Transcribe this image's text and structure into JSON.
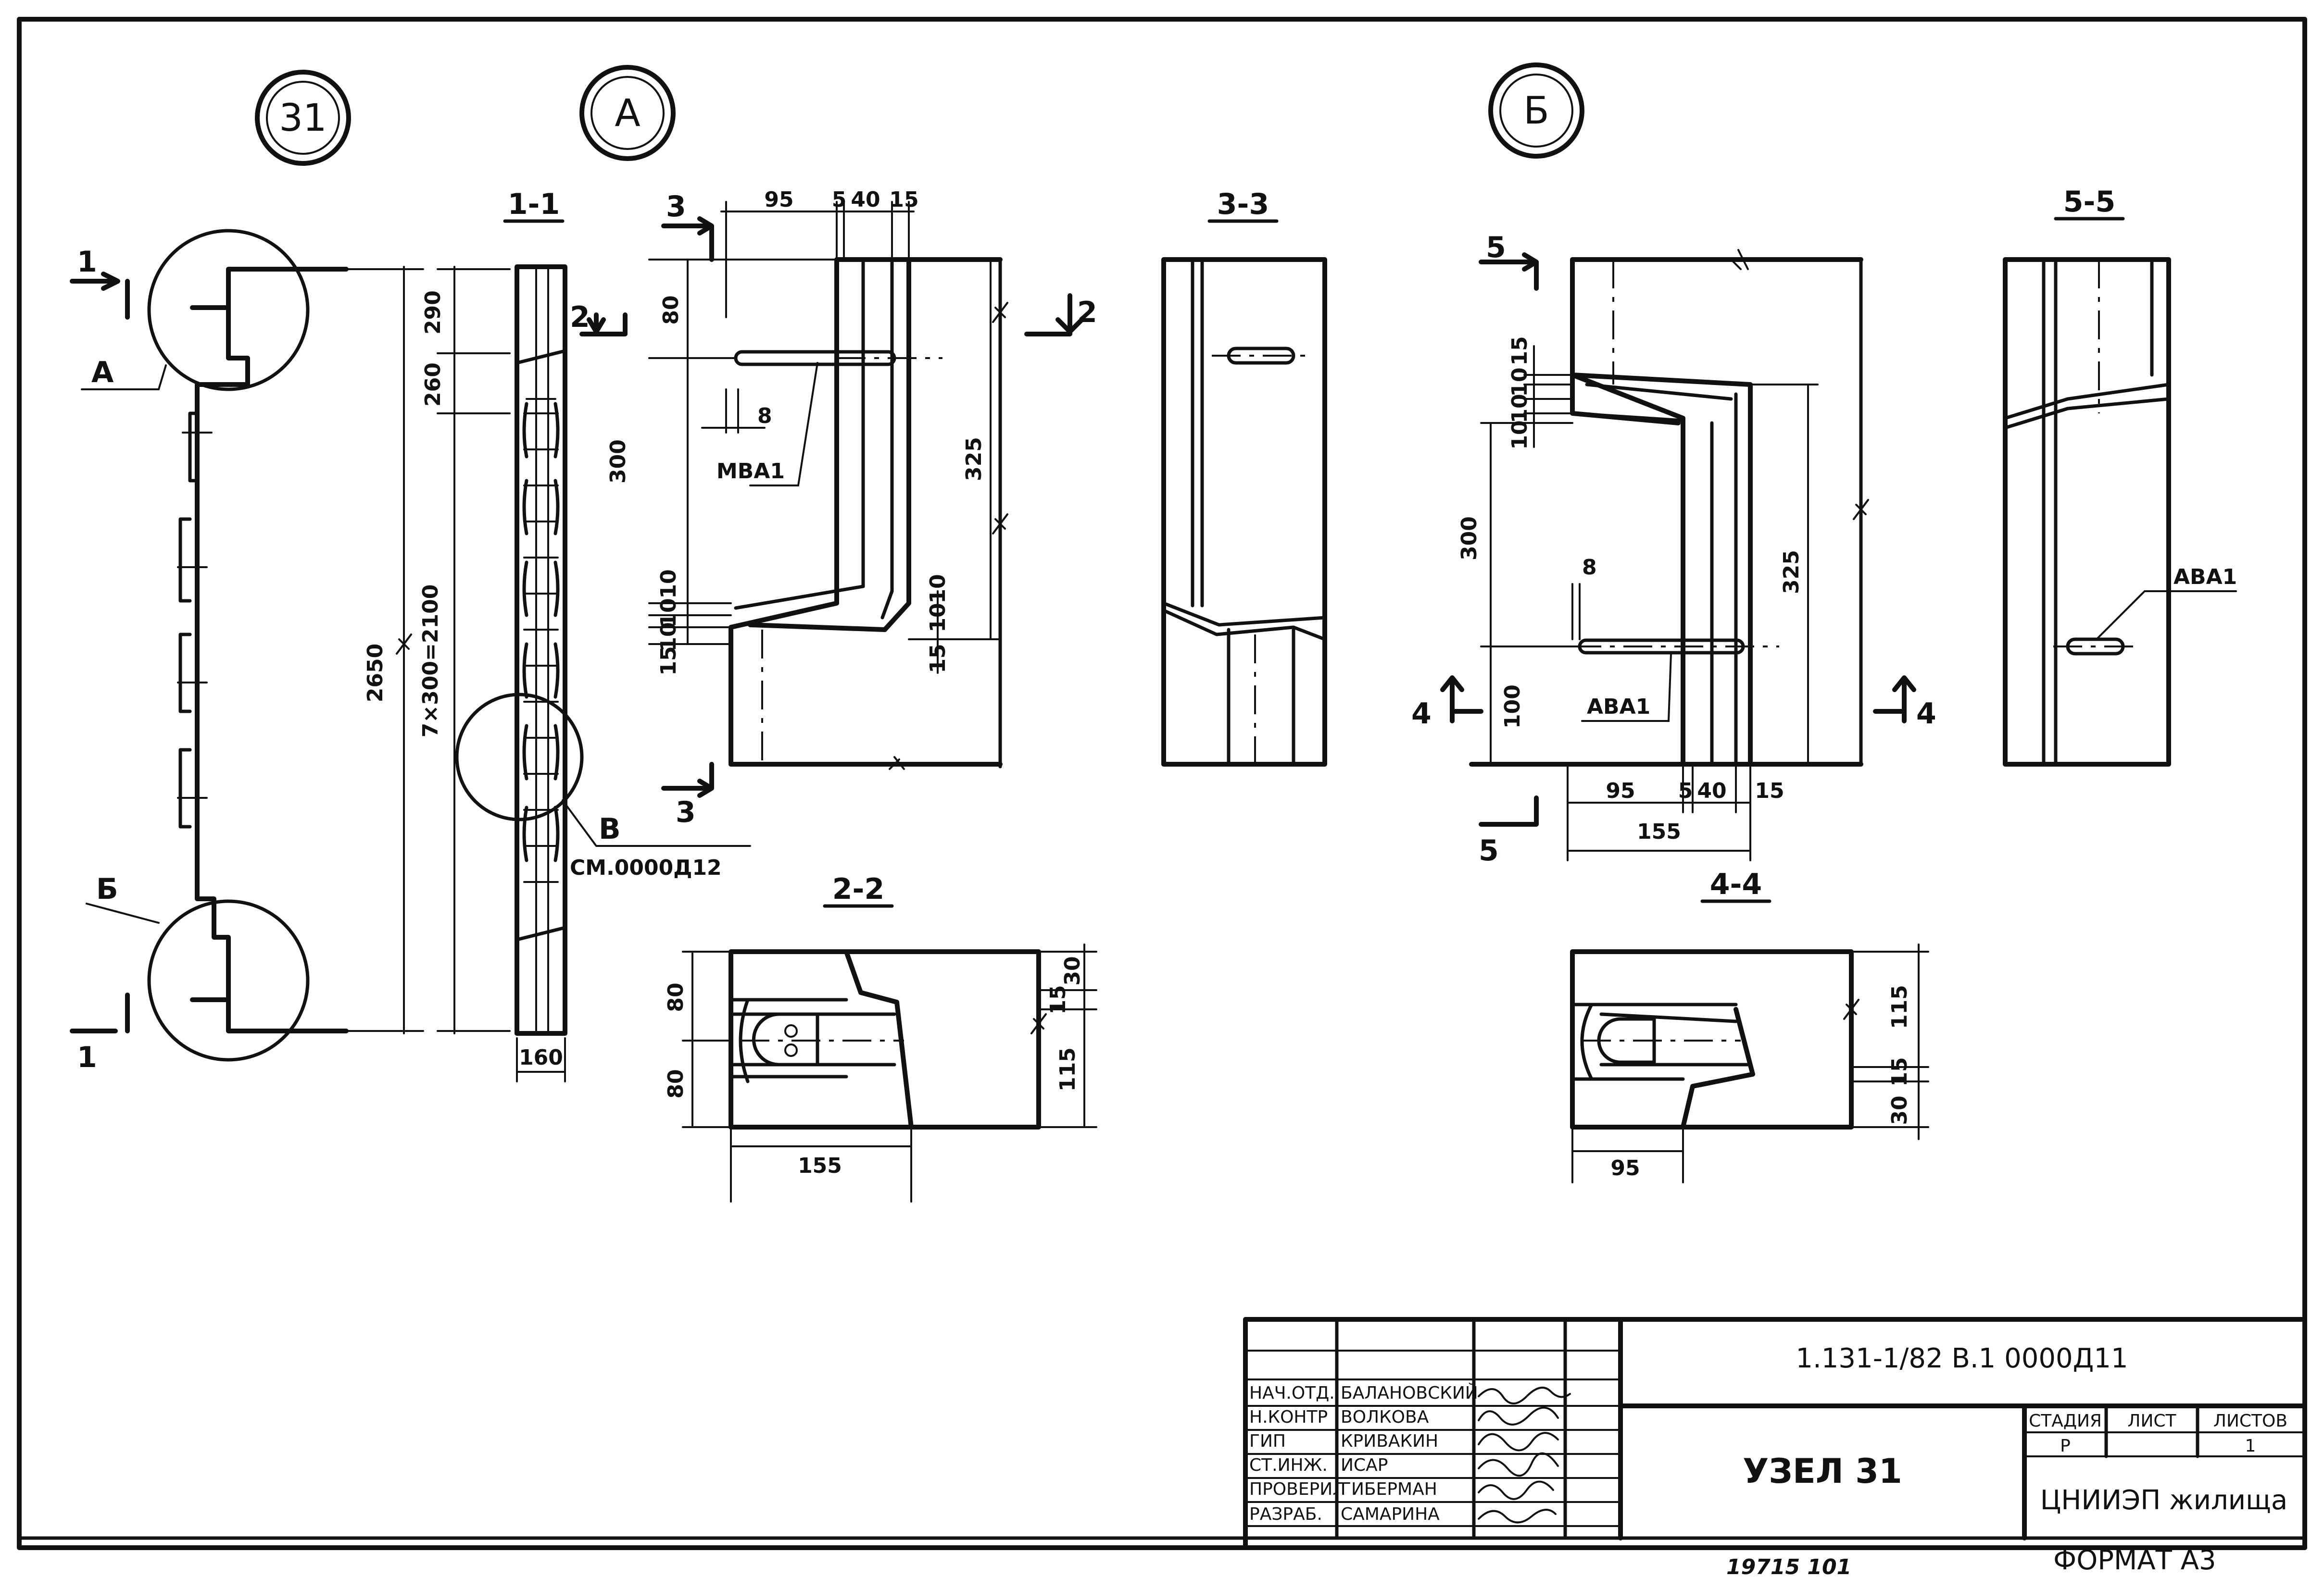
{
  "callouts": {
    "node": "31",
    "a": "А",
    "b": "Б",
    "v": "В"
  },
  "sections": {
    "s11": "1-1",
    "s22": "2-2",
    "s33": "3-3",
    "s44": "4-4",
    "s55": "5-5",
    "m1": "1",
    "m2": "2",
    "m3": "3",
    "m4": "4",
    "m5": "5"
  },
  "leaders": {
    "a": "А",
    "b": "Б",
    "v": "В",
    "ref": "СМ.0000Д12",
    "mva": "МВА1",
    "ava": "АВА1"
  },
  "dims": {
    "d2650": "2650",
    "d7x300": "7×300=2100",
    "d290": "290",
    "d260": "260",
    "d160": "160",
    "d95": "95",
    "d5": "5",
    "d40": "40",
    "d15": "15",
    "d80": "80",
    "d300": "300",
    "d325": "325",
    "d8": "8",
    "d10": "10",
    "d155": "155",
    "d30": "30",
    "d115": "115",
    "d100": "100"
  },
  "title_block": {
    "roles": [
      "НАЧ.ОТД.",
      "Н.КОНТР",
      "ГИП",
      "СТ.ИНЖ.",
      "ПРОВЕРИЛ",
      "РАЗРАБ."
    ],
    "names": [
      "БАЛАНОВСКИЙ",
      "ВОЛКОВА",
      "КРИВАКИН",
      "ИСАР",
      "ГИБЕРМАН",
      "САМАРИНА"
    ],
    "doc_code": "1.131-1/82 В.1 0000Д11",
    "title": "УЗЕЛ 31",
    "stage_label": "СТАДИЯ",
    "sheet_label": "ЛИСТ",
    "sheets_label": "ЛИСТОВ",
    "stage": "Р",
    "sheets": "1",
    "org": "ЦНИИЭП жилища"
  },
  "footer": {
    "number": "19715 101",
    "format": "ФОРМАТ А3"
  }
}
